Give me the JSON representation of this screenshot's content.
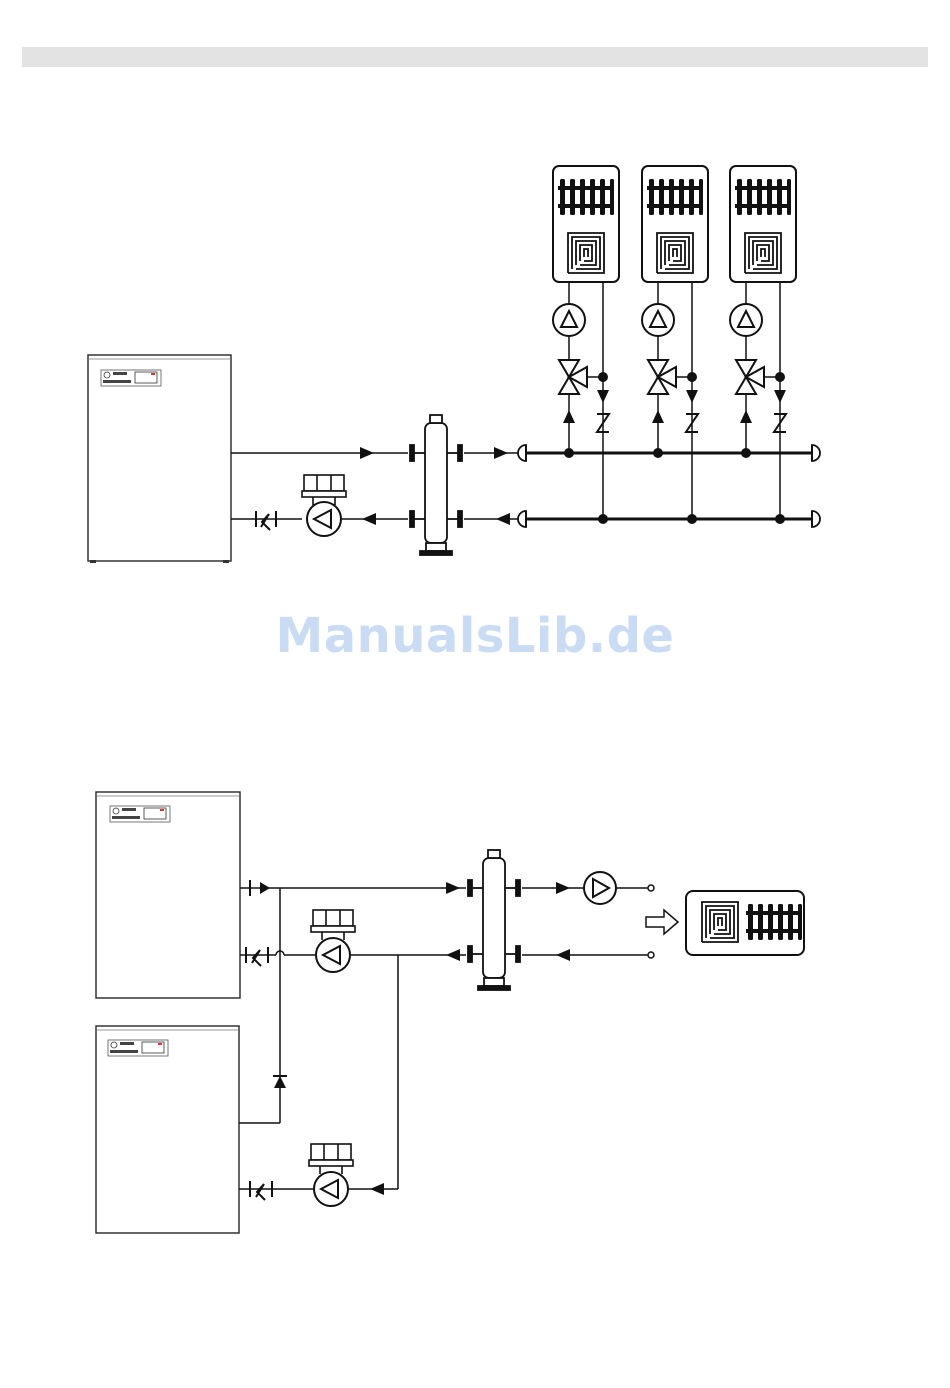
{
  "page": {
    "background_color": "#ffffff",
    "header_bar_color": "#e3e3e3",
    "line_color": "#111111"
  },
  "watermark": {
    "text": "ManualsLib.de",
    "color": "#c9dcf4"
  },
  "diagrams": [
    {
      "id": "single-boiler-three-circuits",
      "boilers": 1,
      "hydraulic_separators": 1,
      "heating_circuits": 3,
      "circuit_consumer_icons": [
        "radiator-icon",
        "underfloor-heating-icon"
      ],
      "circuit_components": [
        "circulation-pump",
        "three-way-mixing-valve",
        "check-valve"
      ]
    },
    {
      "id": "two-boiler-cascade",
      "boilers": 2,
      "hydraulic_separators": 1,
      "heating_circuits": 1,
      "circuit_consumer_icons": [
        "underfloor-heating-icon",
        "radiator-icon"
      ],
      "circuit_components": [
        "circulation-pump"
      ]
    }
  ]
}
